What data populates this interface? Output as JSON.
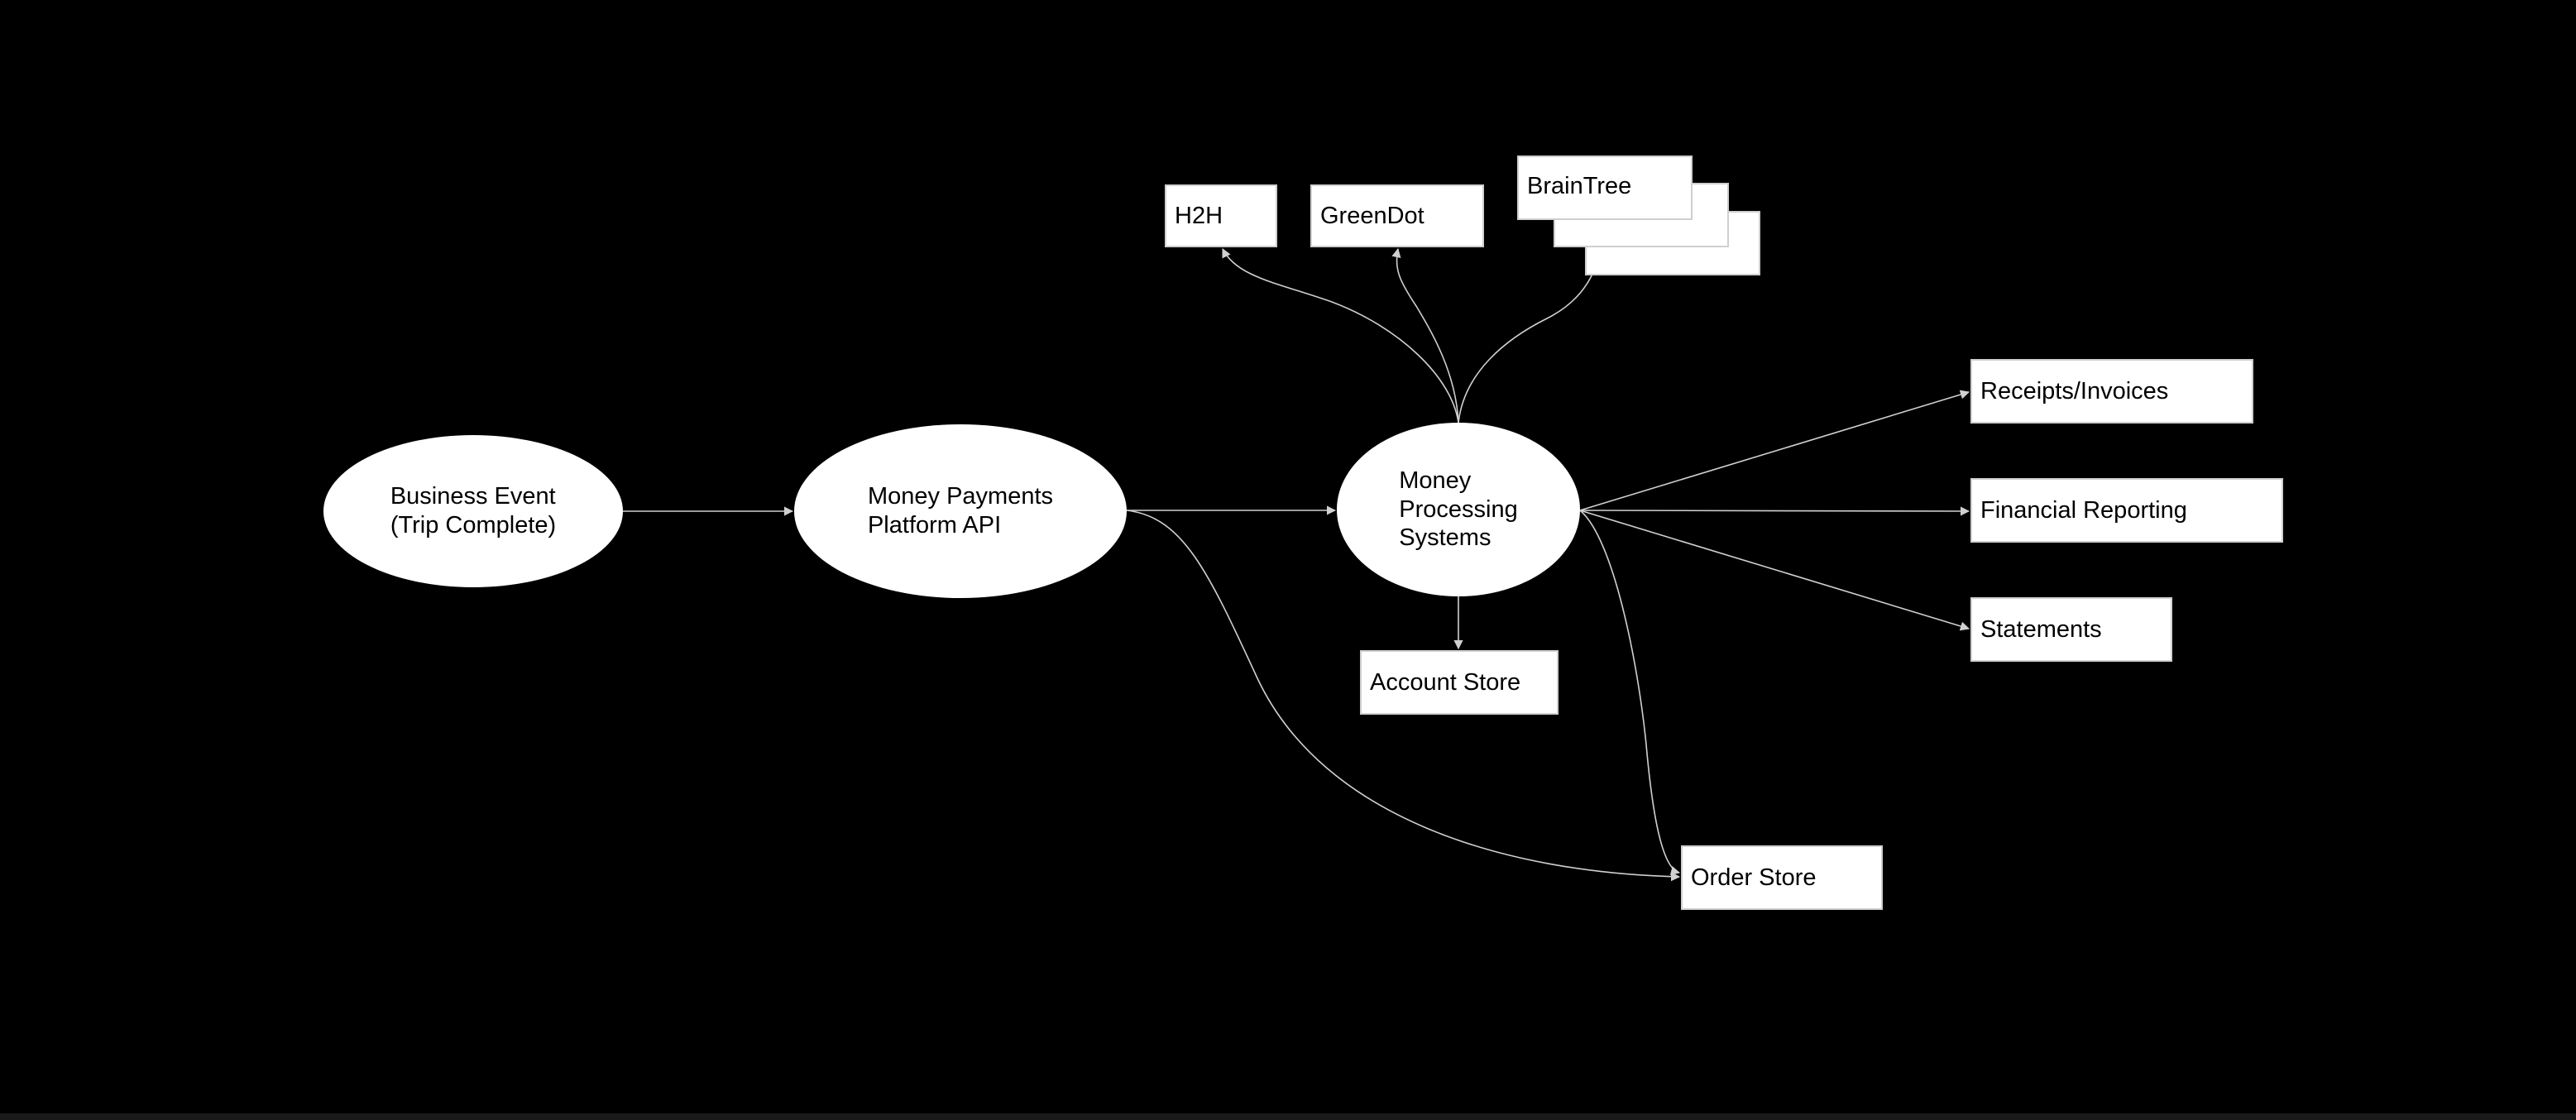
{
  "diagram": {
    "nodes": {
      "business_event": {
        "text": "Business Event\n(Trip Complete)"
      },
      "payments_api": {
        "text": "Money Payments\nPlatform API"
      },
      "processing": {
        "text": "Money\nProcessing\nSystems"
      },
      "h2h": {
        "text": "H2H"
      },
      "greendot": {
        "text": "GreenDot"
      },
      "braintree": {
        "text": "BrainTree"
      },
      "receipts": {
        "text": "Receipts/Invoices"
      },
      "financial_reporting": {
        "text": "Financial Reporting"
      },
      "statements": {
        "text": "Statements"
      },
      "account_store": {
        "text": "Account Store"
      },
      "order_store": {
        "text": "Order Store"
      }
    },
    "edges": [
      {
        "from": "business_event",
        "to": "payments_api"
      },
      {
        "from": "payments_api",
        "to": "processing"
      },
      {
        "from": "payments_api",
        "to": "order_store"
      },
      {
        "from": "processing",
        "to": "h2h"
      },
      {
        "from": "processing",
        "to": "greendot"
      },
      {
        "from": "processing",
        "to": "braintree"
      },
      {
        "from": "processing",
        "to": "receipts"
      },
      {
        "from": "processing",
        "to": "financial_reporting"
      },
      {
        "from": "processing",
        "to": "statements"
      },
      {
        "from": "processing",
        "to": "account_store"
      },
      {
        "from": "processing",
        "to": "order_store"
      }
    ],
    "colors": {
      "background": "#000000",
      "node_fill": "#ffffff",
      "node_text": "#000000",
      "edge": "#d0d0d0"
    }
  }
}
